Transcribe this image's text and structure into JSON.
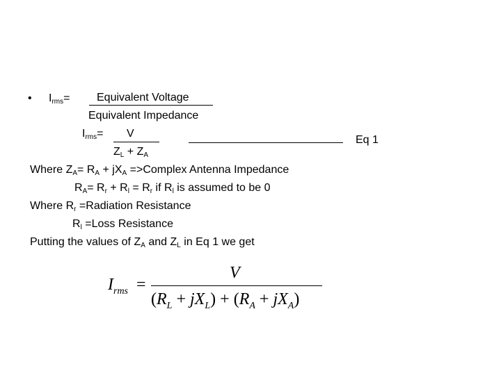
{
  "bullet": "•",
  "irms": {
    "main": "I",
    "sub": "rms",
    "suffix": "="
  },
  "def": {
    "numerator": "Equivalent Voltage",
    "denominator": "Equivalent Impedance"
  },
  "eq1": {
    "lhs_main": "I",
    "lhs_sub": "rms",
    "equals": "=",
    "numerator": "V",
    "den": {
      "z1": "Z",
      "z1_sub": "L",
      "plus": " + ",
      "z2": "Z",
      "z2_sub": "A"
    },
    "tag": "Eq 1"
  },
  "where1": {
    "prefix": "Where  ",
    "z": "Z",
    "z_sub": "A",
    "eq": "= ",
    "r": "R",
    "r_sub": "A",
    "plus": " + j",
    "x": "X",
    "x_sub": "A",
    "suffix": " =>Complex Antenna Impedance"
  },
  "ra_line": {
    "r": "R",
    "r_sub": "A",
    "eq": "= ",
    "rr": "R",
    "rr_sub": "r",
    "plus": "  + ",
    "rl": "R",
    "rl_sub": "l",
    "eq2": "  =   ",
    "rr2": "R",
    "rr2_sub": "r",
    "mid": "   if ",
    "rl2": "R",
    "rl2_sub": "l",
    "suffix": " is assumed to be 0"
  },
  "where2": {
    "prefix": "Where ",
    "r": "R",
    "r_sub": "r",
    "suffix": " =Radiation Resistance"
  },
  "loss": {
    "r": "R",
    "r_sub": "l",
    "suffix": " =Loss Resistance"
  },
  "putting": {
    "prefix": "Putting the values of ",
    "z1": "Z",
    "z1_sub": "A",
    "mid": " and ",
    "z2": "Z",
    "z2_sub": "L",
    "suffix": " in Eq 1 we get"
  },
  "final": {
    "lhs": "I",
    "lhs_sub": "rms",
    "eq": "=",
    "numerator": "V",
    "open1": "(",
    "rl": "R",
    "rl_sub": "L",
    "plus1": " + ",
    "jxl": "jX",
    "jxl_sub": "L",
    "close1": ")",
    "plus2": " + ",
    "open2": "(",
    "ra": "R",
    "ra_sub": "A",
    "plus3": " + ",
    "jxa": "jX",
    "jxa_sub": "A",
    "close2": ")"
  }
}
